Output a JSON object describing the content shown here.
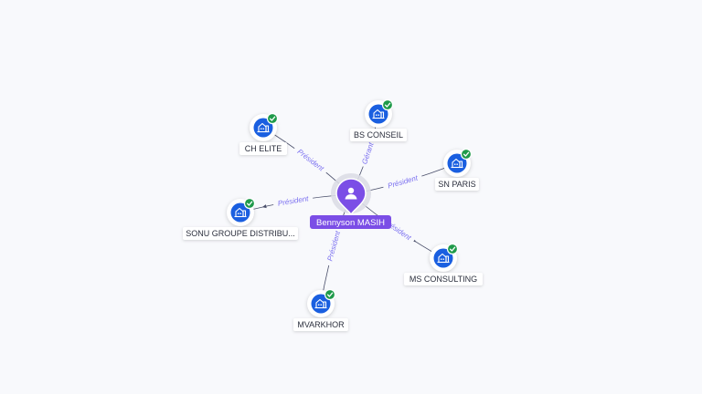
{
  "center": {
    "name": "Bennyson MASIH",
    "icon": "person-icon",
    "color": "#7b4ee6"
  },
  "companies": [
    {
      "id": "ch-elite",
      "name": "CH ELITE",
      "role": "Président",
      "status": "verified",
      "icon": "building-icon"
    },
    {
      "id": "bs-conseil",
      "name": "BS CONSEIL",
      "role": "Gérant",
      "status": "verified",
      "icon": "building-icon"
    },
    {
      "id": "sn-paris",
      "name": "SN PARIS",
      "role": "Président",
      "status": "verified",
      "icon": "building-icon"
    },
    {
      "id": "sonu-groupe",
      "name": "SONU GROUPE DISTRIBU...",
      "role": "Président",
      "status": "verified",
      "icon": "building-icon"
    },
    {
      "id": "ms-consulting",
      "name": "MS CONSULTING",
      "role": "Président",
      "status": "verified",
      "icon": "building-icon"
    },
    {
      "id": "mvarkhor",
      "name": "MVARKHOR",
      "role": "Président",
      "status": "verified",
      "icon": "building-icon"
    }
  ],
  "colors": {
    "company_node": "#1a5fe0",
    "verified_badge": "#1f9a4a",
    "edge": "#4a4f6a",
    "edge_label": "#7a6ff0",
    "background": "#f8f9fc"
  }
}
